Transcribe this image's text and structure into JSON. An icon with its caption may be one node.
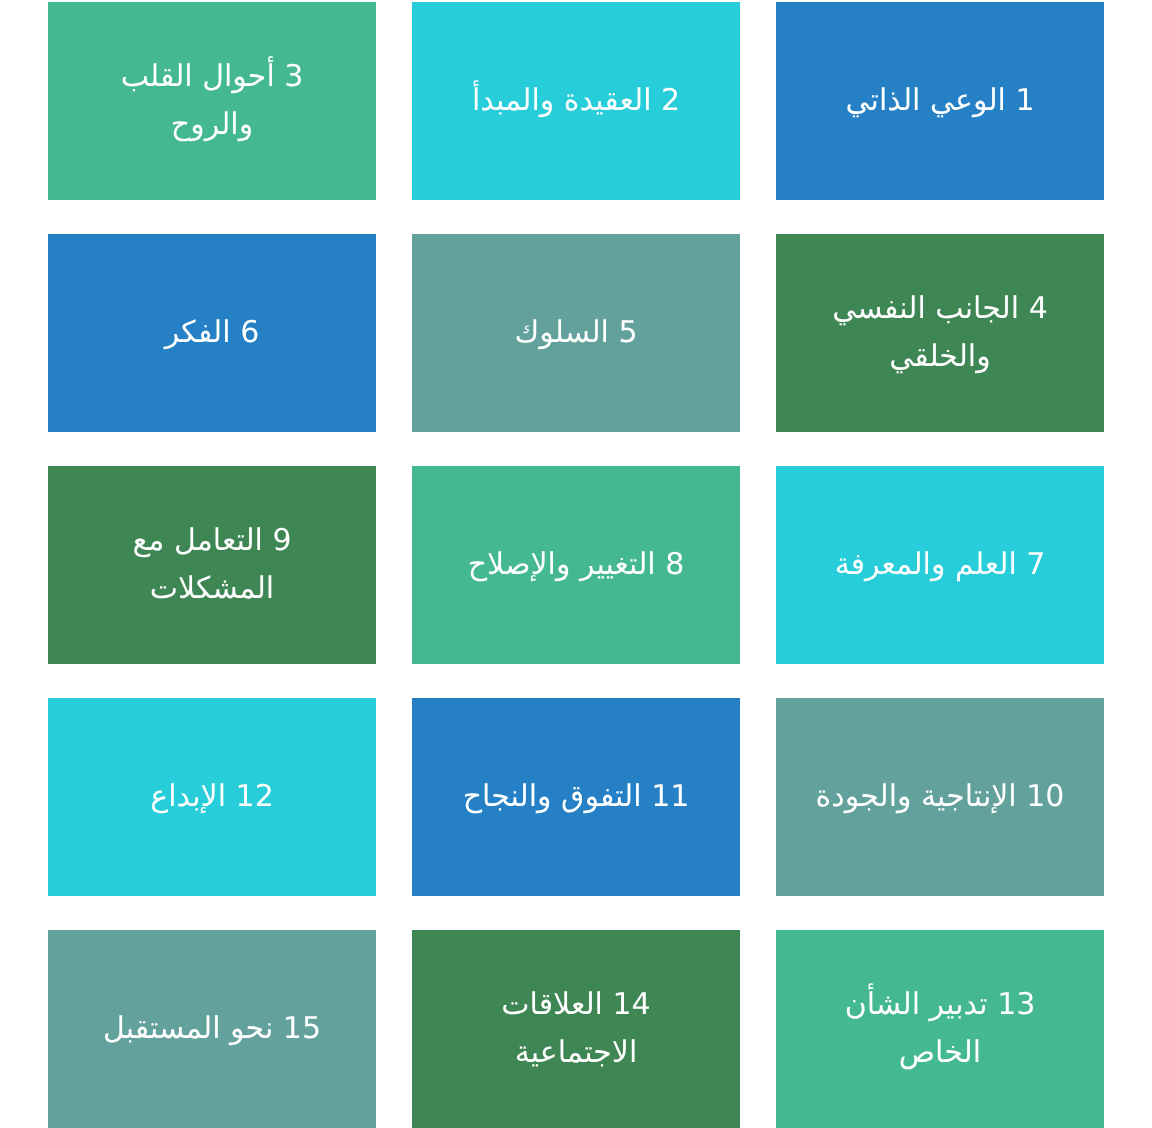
{
  "diagram": {
    "nodes": [
      {
        "text": [
          "1 الوعي الذاتي"
        ]
      },
      {
        "text": [
          "2 العقيدة والمبدأ"
        ]
      },
      {
        "text": [
          "3 أحوال القلب والروح"
        ]
      },
      {
        "text": [
          "4 الجانب النفسي والخلقي"
        ]
      },
      {
        "text": [
          "5 السلوك"
        ]
      },
      {
        "text": [
          "6 الفكر"
        ]
      },
      {
        "text": [
          "7 العلم والمعرفة"
        ]
      },
      {
        "text": [
          "8 التغيير والإصلاح"
        ]
      },
      {
        "text": [
          "9 التعامل مع المشكلات"
        ]
      },
      {
        "text": [
          "10 الإنتاجية والجودة"
        ]
      },
      {
        "text": [
          "11 التفوق والنجاح"
        ]
      },
      {
        "text": [
          "12 الإبداع"
        ]
      },
      {
        "text": [
          "13 تدبير الشأن الخاص"
        ]
      },
      {
        "text": [
          "14 العلاقات الاجتماعية"
        ]
      },
      {
        "text": [
          "15 نحو المستقبل"
        ]
      }
    ]
  }
}
